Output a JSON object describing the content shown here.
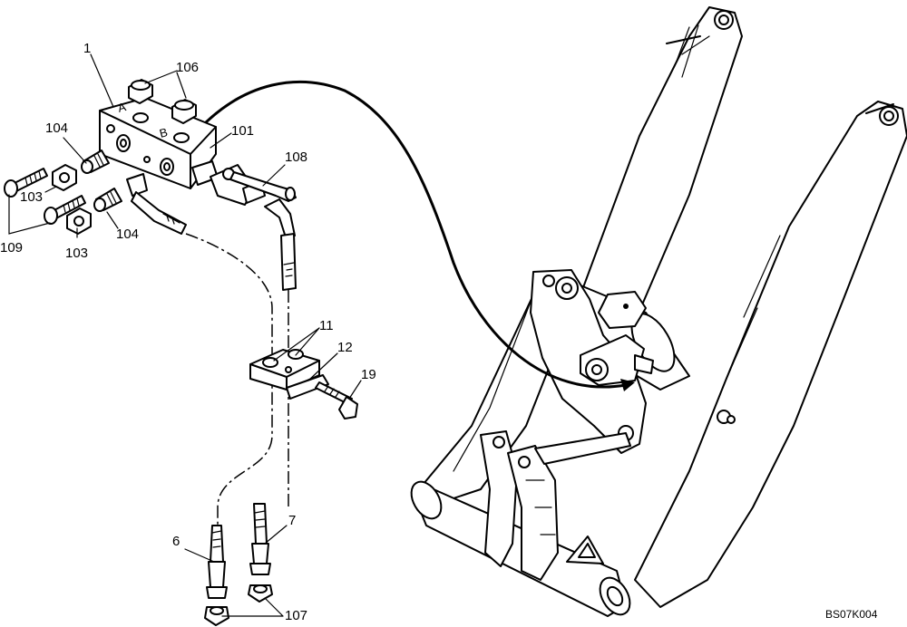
{
  "drawing_code": "BS07K004",
  "callouts": [
    {
      "id": "c1",
      "label": "1"
    },
    {
      "id": "c106",
      "label": "106"
    },
    {
      "id": "c104a",
      "label": "104"
    },
    {
      "id": "c101",
      "label": "101"
    },
    {
      "id": "c108",
      "label": "108"
    },
    {
      "id": "c103a",
      "label": "103"
    },
    {
      "id": "c109",
      "label": "109"
    },
    {
      "id": "c103b",
      "label": "103"
    },
    {
      "id": "c104b",
      "label": "104"
    },
    {
      "id": "c11",
      "label": "11"
    },
    {
      "id": "c12",
      "label": "12"
    },
    {
      "id": "c19",
      "label": "19"
    },
    {
      "id": "c6",
      "label": "6"
    },
    {
      "id": "c7",
      "label": "7"
    },
    {
      "id": "c107",
      "label": "107"
    }
  ],
  "port_marks": {
    "a": "A",
    "b": "B"
  }
}
